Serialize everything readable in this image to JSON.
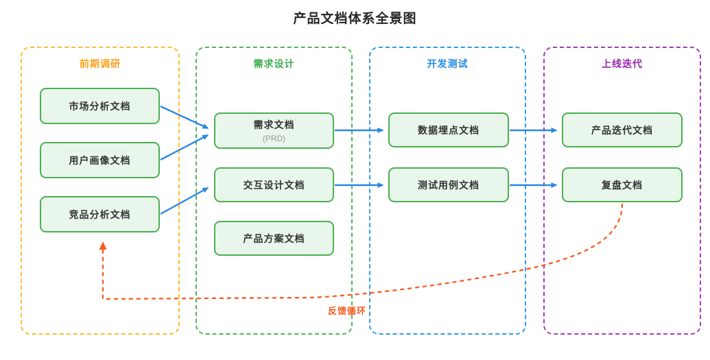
{
  "title": "产品文档体系全景图",
  "feedback_label": "反馈循环",
  "colors": {
    "phase1_border": "#fbbd2c",
    "phase1_text": "#faa21b",
    "phase2_border": "#52b356",
    "phase2_text": "#3fae4d",
    "phase3_border": "#2e9aed",
    "phase3_text": "#1e88e5",
    "phase4_border": "#a43ab8",
    "phase4_text": "#9c27b0",
    "node_border": "#4caf50",
    "node_fill": "#e9f6ec",
    "node_text": "#333333",
    "arrow_blue": "#2b87e3",
    "feedback_orange": "#fa5a1e"
  },
  "phases": [
    {
      "label": "前期调研"
    },
    {
      "label": "需求设计"
    },
    {
      "label": "开发测试"
    },
    {
      "label": "上线迭代"
    }
  ],
  "nodes": [
    {
      "label": "市场分析文档",
      "phase": "前期调研"
    },
    {
      "label": "用户画像文档",
      "phase": "前期调研"
    },
    {
      "label": "竞品分析文档",
      "phase": "前期调研"
    },
    {
      "label": "需求文档",
      "sublabel": "(PRD)",
      "phase": "需求设计"
    },
    {
      "label": "交互设计文档",
      "phase": "需求设计"
    },
    {
      "label": "产品方案文档",
      "phase": "需求设计"
    },
    {
      "label": "数据埋点文档",
      "phase": "开发测试"
    },
    {
      "label": "测试用例文档",
      "phase": "开发测试"
    },
    {
      "label": "产品迭代文档",
      "phase": "上线迭代"
    },
    {
      "label": "复盘文档",
      "phase": "上线迭代"
    }
  ],
  "edges": [
    {
      "from": "市场分析文档",
      "to": "需求文档",
      "style": "solid"
    },
    {
      "from": "用户画像文档",
      "to": "需求文档",
      "style": "solid"
    },
    {
      "from": "竞品分析文档",
      "to": "交互设计文档",
      "style": "solid"
    },
    {
      "from": "需求文档",
      "to": "数据埋点文档",
      "style": "solid"
    },
    {
      "from": "交互设计文档",
      "to": "测试用例文档",
      "style": "solid"
    },
    {
      "from": "数据埋点文档",
      "to": "产品迭代文档",
      "style": "solid"
    },
    {
      "from": "测试用例文档",
      "to": "复盘文档",
      "style": "solid"
    },
    {
      "from": "复盘文档",
      "to": "竞品分析文档",
      "style": "dashed",
      "label": "反馈循环"
    }
  ]
}
